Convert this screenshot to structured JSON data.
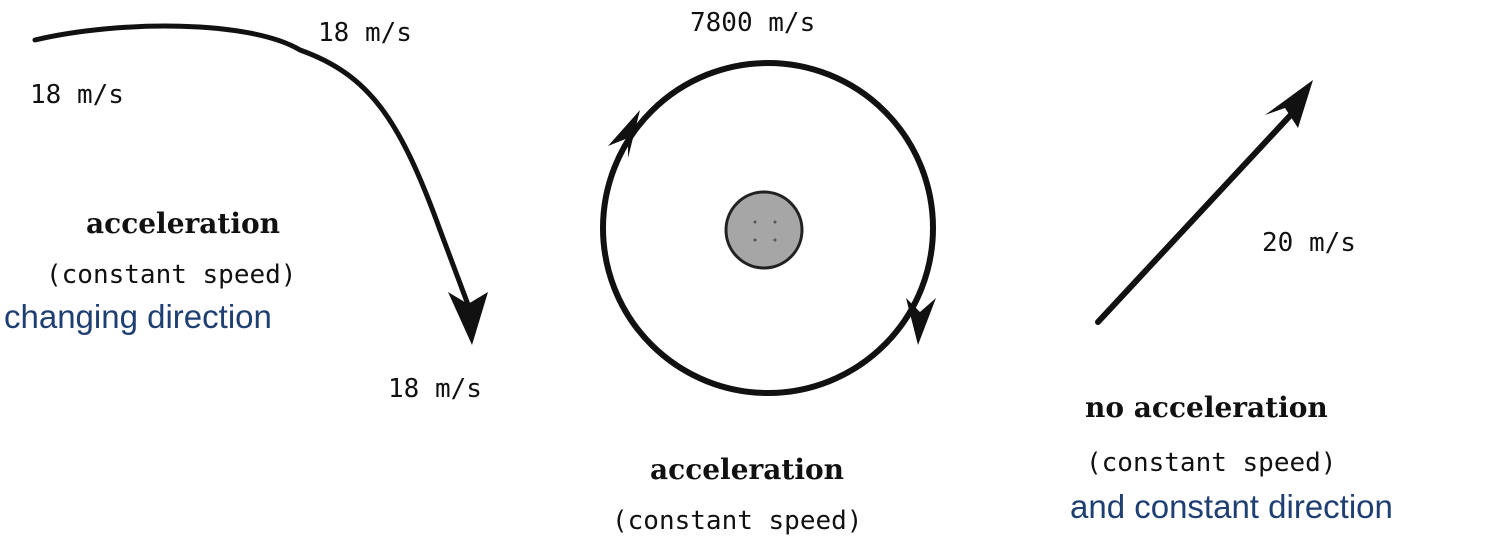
{
  "colors": {
    "ink": "#111111",
    "note": "#1f3f73",
    "planet_fill": "#a6a6a6"
  },
  "curved_path": {
    "speed_start": "18 m/s",
    "speed_top": "18 m/s",
    "speed_end": "18 m/s",
    "title": "acceleration",
    "subtitle": "(constant speed)",
    "note": "changing direction"
  },
  "circular_orbit": {
    "speed": "7800 m/s",
    "title": "acceleration",
    "subtitle": "(constant speed)"
  },
  "straight_line": {
    "speed": "20 m/s",
    "title": "no acceleration",
    "subtitle": "(constant speed)",
    "note": "and constant direction"
  }
}
